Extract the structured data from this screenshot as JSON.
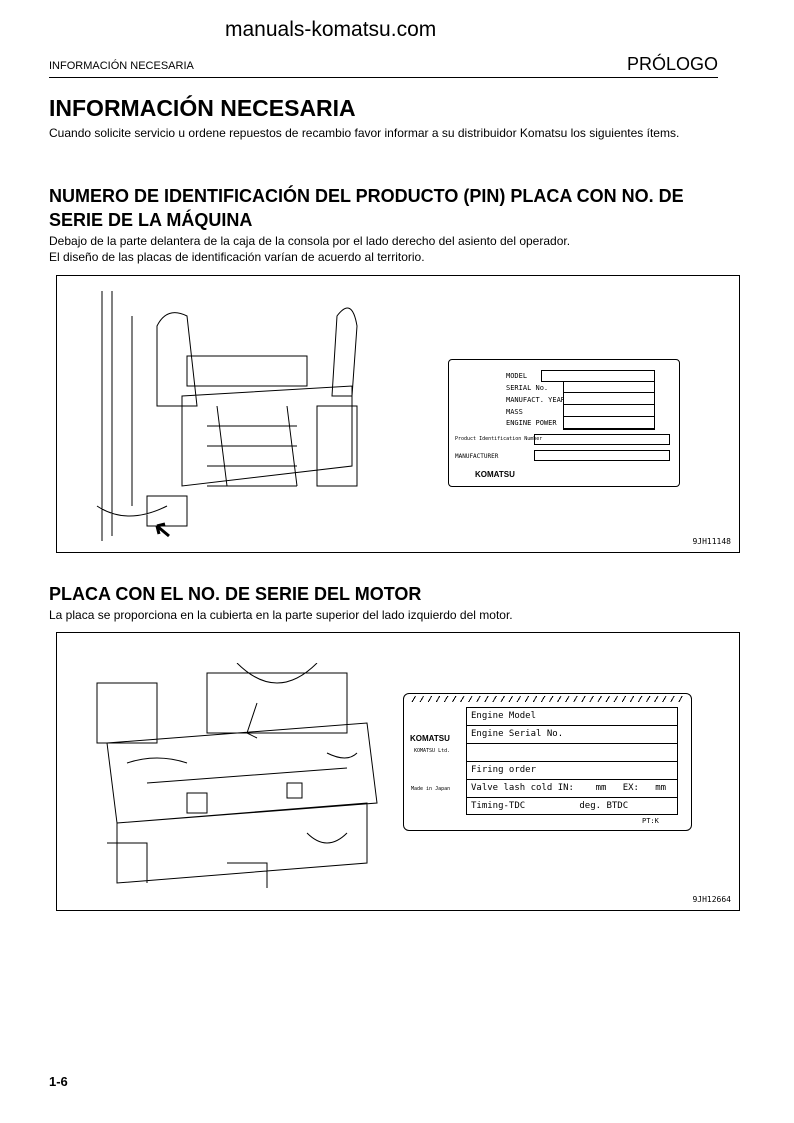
{
  "header": {
    "section": "INFORMACIÓN NECESARIA",
    "chapter": "PRÓLOGO"
  },
  "title": "INFORMACIÓN NECESARIA",
  "intro": "Cuando solicite servicio u ordene repuestos de recambio favor informar a su distribuidor Komatsu los siguientes ítems.",
  "watermark": "manuals-komatsu.com",
  "section1": {
    "heading": "NUMERO DE IDENTIFICACIÓN DEL PRODUCTO (PIN) PLACA CON NO. DE SERIE DE LA MÁQUINA",
    "line1": "Debajo de la parte delantera de la caja de la consola por el lado derecho del asiento del operador.",
    "line2": "El diseño de las placas de identificación varían de acuerdo al territorio.",
    "plate": {
      "model": "MODEL",
      "serial": "SERIAL No.",
      "year": "MANUFACT. YEAR",
      "mass": "MASS",
      "power": "ENGINE POWER",
      "pin": "Product Identification Number",
      "manufacturer": "MANUFACTURER",
      "logo": "KOMATSU"
    },
    "figure_code": "9JH11148"
  },
  "section2": {
    "heading": "PLACA CON EL NO. DE SERIE DEL MOTOR",
    "line1": "La placa se proporciona en la cubierta en la parte superior del lado izquierdo del motor.",
    "plate": {
      "logo": "KOMATSU",
      "company": "KOMATSU Ltd.",
      "made": "Made in Japan",
      "engine_model": "Engine Model",
      "engine_serial": "Engine Serial No.",
      "firing": "Firing order",
      "valve": "Valve lash cold IN:    mm   EX:   mm",
      "timing": "Timing-TDC          deg. BTDC",
      "pt": "PT:K"
    },
    "figure_code": "9JH12664"
  },
  "footer": {
    "page": "1-6"
  }
}
